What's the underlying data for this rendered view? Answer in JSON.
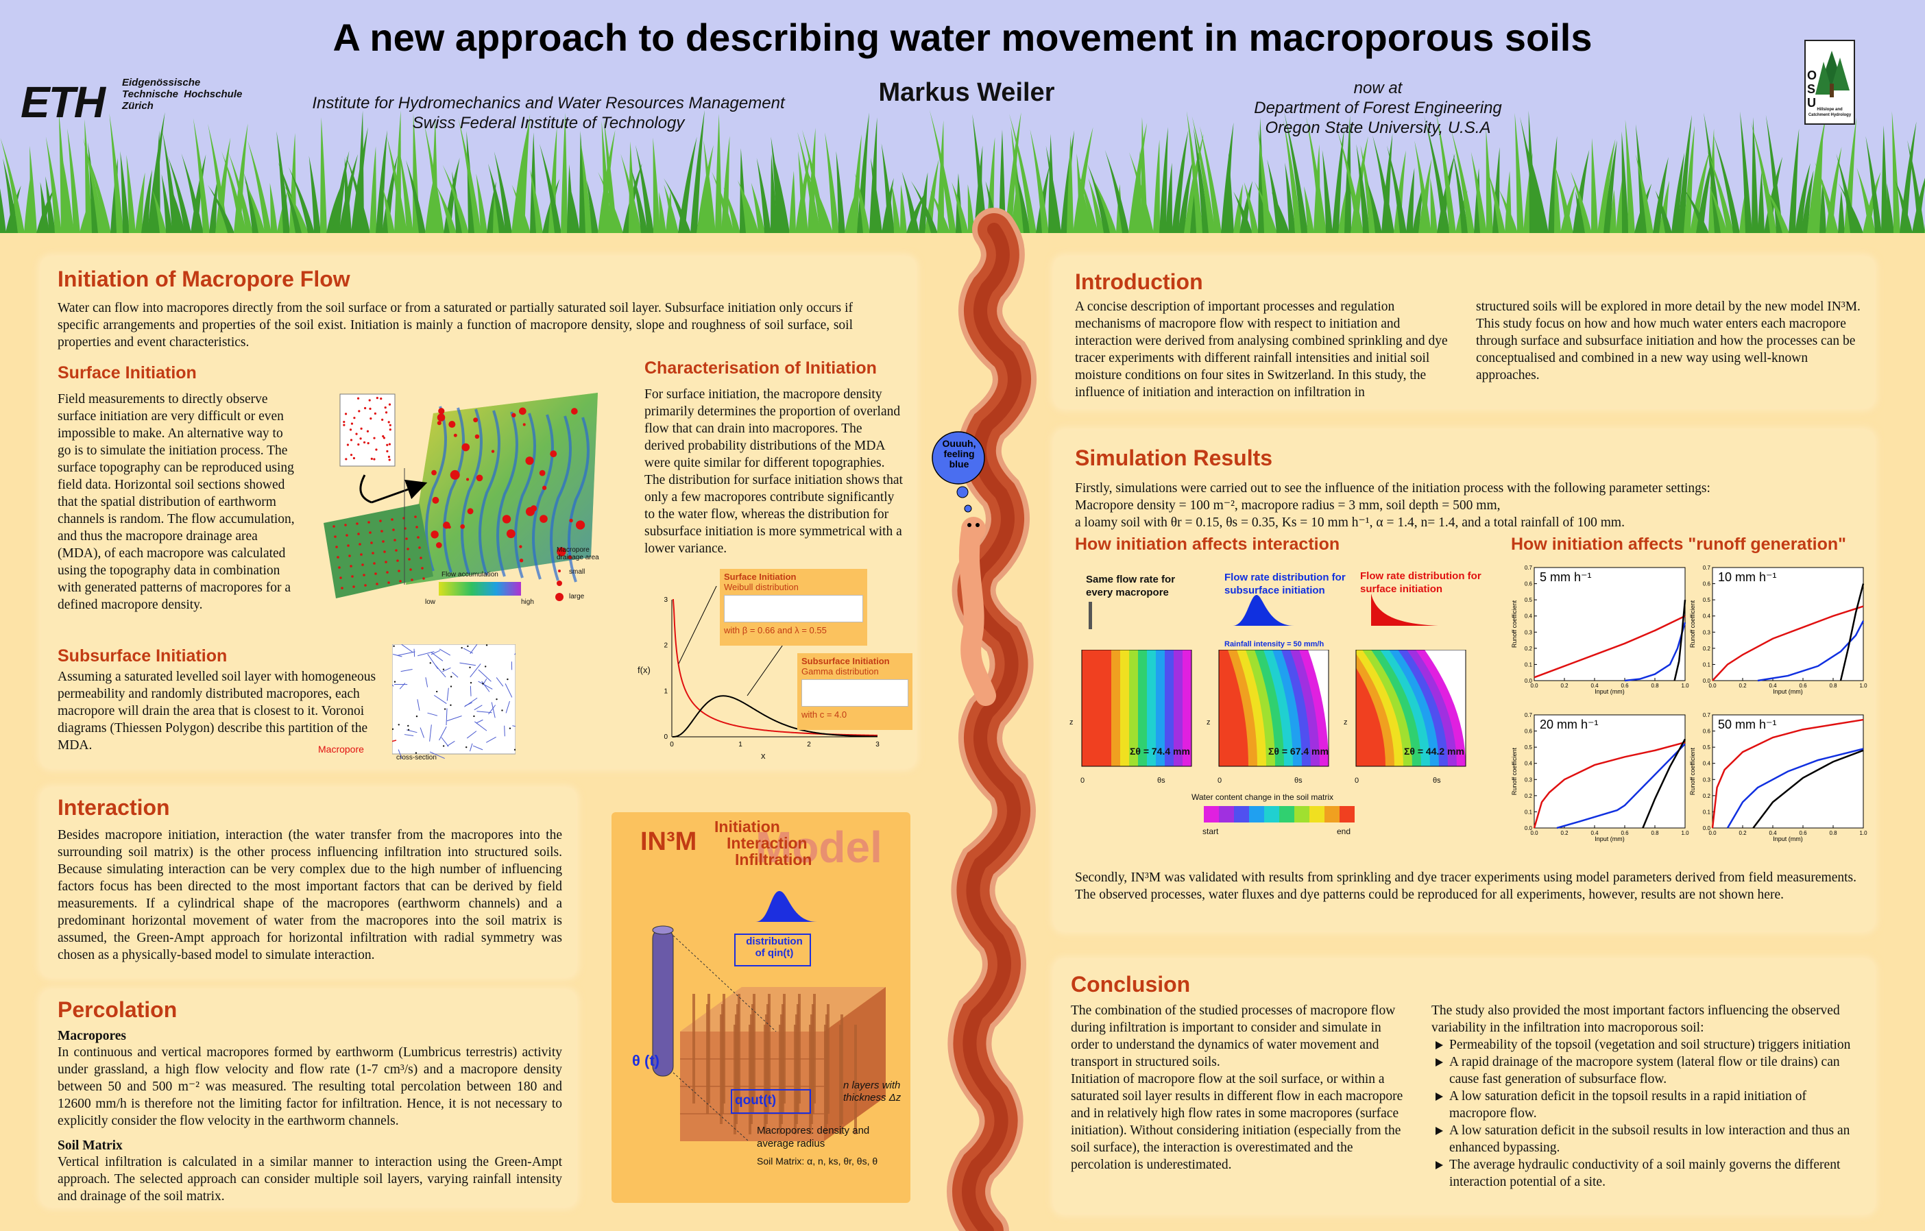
{
  "header": {
    "title": "A new approach to describing water movement in macroporous soils",
    "eth_logo": "ETH",
    "eth_sub": "Eidgenössische\nTechnische  Hochschule\nZürich",
    "institute": "Institute for Hydromechanics and Water Resources Management",
    "institute2": "Swiss Federal Institute of Technology",
    "author": "Markus Weiler",
    "now_at": "now at",
    "dept1": "Department of Forest Engineering",
    "dept2": "Oregon State University, U.S.A",
    "osu_logo": "OSU",
    "osu_sub": "Hillslope and Catchment Hydrology"
  },
  "worm": {
    "bubble": "Ouuuh, feeling blue"
  },
  "initiation": {
    "title": "Initiation of Macropore Flow",
    "intro": "Water can flow into macropores directly from the soil surface or from a saturated or partially saturated soil layer. Subsurface initiation only occurs if specific arrangements and properties of the soil exist. Initiation is mainly a function of macropore density, slope and roughness of soil surface, soil properties and event characteristics.",
    "surface_title": "Surface Initiation",
    "surface_text": "Field measurements to directly observe surface initiation are very difficult or even impossible to make. An alternative way to go is to simulate the initiation process. The surface topography can be reproduced using field data. Horizontal soil sections showed that the spatial distribution of earthworm channels is random. The flow accumulation, and thus the macropore drainage area (MDA), of each macropore was calculated using the topography data in combination with generated patterns of macropores for a defined macropore density.",
    "flow_acc": "Flow accumulation",
    "low": "low",
    "high": "high",
    "mda": "Macropore drainage area",
    "small": "small",
    "large": "large",
    "subsurface_title": "Subsurface Initiation",
    "subsurface_text": "Assuming a saturated levelled soil layer with homogeneous permeability and randomly distributed macropores, each macropore will drain the area that is closest to it. Voronoi diagrams (Thiessen Polygon) describe this partition of the MDA.",
    "macropore_label": "Macropore",
    "cross_section": "cross-section",
    "char_title": "Characterisation of Initiation",
    "char_text": "For surface initiation, the macropore density primarily determines the proportion of overland flow that can drain into macropores. The derived probability distributions of the MDA were quite similar for different topographies. The distribution for surface initiation shows that only a few macropores contribute significantly to the water flow, whereas the distribution for subsurface initiation is more symmetrical with a lower variance.",
    "surf_box_title": "Surface Initiation",
    "surf_box_dist": "Weibull distribution",
    "surf_box_params": "with β = 0.66 and λ = 0.55",
    "sub_box_title": "Subsurface Initiation",
    "sub_box_dist": "Gamma distribution",
    "sub_box_params": "with c = 4.0"
  },
  "fx_chart": {
    "type": "line",
    "xlabel": "x",
    "ylabel": "f(x)",
    "xlim": [
      0,
      3
    ],
    "ylim": [
      0,
      3
    ],
    "xticks": [
      "0",
      "1",
      "2",
      "3"
    ],
    "yticks": [
      "0",
      "1",
      "2",
      "3"
    ],
    "series": [
      {
        "color": "#e01010"
      },
      {
        "color": "#000000"
      }
    ]
  },
  "interaction": {
    "title": "Interaction",
    "text": "Besides macropore initiation, interaction (the water transfer from the macropores into the surrounding soil matrix) is the other process influencing infiltration into structured soils. Because simulating interaction can be very complex due to the high number of influencing factors focus has been directed to the most important factors that can be derived by field measurements. If a cylindrical shape of the macropores (earthworm channels) and a predominant horizontal movement of water from the macropores into the soil matrix is assumed, the Green-Ampt approach for horizontal infiltration with radial symmetry was chosen as a physically-based model to simulate interaction."
  },
  "percolation": {
    "title": "Percolation",
    "macro_title": "Macropores",
    "macro_text": "In continuous and vertical macropores formed by earthworm (Lumbricus terrestris) activity under grassland, a high flow velocity and flow rate (1-7 cm³/s) and a macropore density between 50 and 500 m⁻² was measured. The resulting total percolation between 180 and 12600 mm/h is therefore not the limiting factor for infiltration. Hence, it is not necessary to explicitly consider the flow velocity in the earthworm channels.",
    "matrix_title": "Soil Matrix",
    "matrix_text": "Vertical infiltration is calculated in a similar manner to interaction using the Green-Ampt approach. The selected approach can consider multiple soil layers, varying rainfall intensity and drainage of the soil matrix."
  },
  "model": {
    "name": "IN³M",
    "bg_word": "Model",
    "w1": "Initiation",
    "w2": "Interaction",
    "w3": "Infiltration",
    "dist_in": "distribution of qin(t)",
    "theta": "θ (t)",
    "qout": "qout(t)",
    "layers": "n layers with thickness Δz",
    "macro": "Macropores: density and average radius",
    "matrix": "Soil Matrix: α, n, ks, θr, θs, θ"
  },
  "introduction": {
    "title": "Introduction",
    "col1": "A concise description of important processes and regulation mechanisms of macropore flow with respect to initiation and interaction were derived from analysing combined sprinkling and dye tracer experiments with different rainfall intensities and initial soil moisture conditions on four sites in Switzerland. In this study, the influence of initiation and interaction on infiltration in",
    "col2": "structured soils will be explored in more detail by the new model IN³M. This study focus on how and how much water enters each macropore through surface and subsurface initiation and how the processes can be conceptualised and combined in a new way using well-known approaches."
  },
  "results": {
    "title": "Simulation Results",
    "p1": "Firstly, simulations were carried out to see the influence of the initiation process with the following parameter settings:",
    "p2": "Macropore density = 100 m⁻², macropore radius = 3 mm, soil depth = 500 mm,",
    "p3": "a loamy soil with θr = 0.15, θs = 0.35, Ks = 10 mm h⁻¹, α = 1.4, n= 1.4, and a total rainfall of 100 mm.",
    "sub1": "How initiation affects interaction",
    "sub2": "How initiation affects \"runoff generation\"",
    "case1": "Same flow rate for every macropore",
    "case2": "Flow rate distribution for subsurface initiation",
    "case3": "Flow rate distribution for surface initiation",
    "rain": "Rainfall intensity = 50 mm/h",
    "sum1": "Σθ = 74.4 mm",
    "sum2": "Σθ = 67.4 mm",
    "sum3": "Σθ = 44.2 mm",
    "z": "z",
    "zero": "0",
    "thetas": "θs",
    "wc_label": "Water content change in the soil matrix",
    "start": "start",
    "end": "end",
    "p4": "Secondly, IN³M was validated with results from sprinkling and dye tracer experiments using model parameters derived from field measurements. The observed processes, water fluxes and dye patterns could be reproduced for all experiments, however, results are not shown here."
  },
  "runoff_charts": {
    "type": "line",
    "xlabel": "Input (mm)",
    "ylabel": "Runoff coefficient",
    "xlim": [
      0,
      1
    ],
    "ylim": [
      0,
      0.7
    ],
    "xticks": [
      "0.0",
      "0.2",
      "0.4",
      "0.6",
      "0.8",
      "1.0"
    ],
    "yticks": [
      "0.0",
      "0.1",
      "0.2",
      "0.3",
      "0.4",
      "0.5",
      "0.6",
      "0.7"
    ],
    "panels": [
      "5 mm h⁻¹",
      "10 mm h⁻¹",
      "20 mm h⁻¹",
      "50 mm h⁻¹"
    ],
    "colors": {
      "surface": "#e01010",
      "subsurface": "#1030e0",
      "uniform": "#000000"
    }
  },
  "chart_data": [
    {
      "type": "line",
      "panel": "5 mm h-1",
      "series": [
        {
          "color": "#e01010",
          "x": [
            0,
            0.2,
            0.4,
            0.6,
            0.8,
            1.0
          ],
          "y": [
            0.02,
            0.09,
            0.16,
            0.23,
            0.31,
            0.4
          ]
        },
        {
          "color": "#1030e0",
          "x": [
            0.6,
            0.7,
            0.8,
            0.9,
            0.95,
            1.0
          ],
          "y": [
            0.0,
            0.01,
            0.04,
            0.1,
            0.2,
            0.36
          ]
        },
        {
          "color": "#000000",
          "x": [
            0.93,
            0.96,
            0.98,
            1.0
          ],
          "y": [
            0.0,
            0.12,
            0.3,
            0.5
          ]
        }
      ]
    },
    {
      "type": "line",
      "panel": "10 mm h-1",
      "series": [
        {
          "color": "#e01010",
          "x": [
            0,
            0.1,
            0.2,
            0.4,
            0.6,
            0.8,
            1.0
          ],
          "y": [
            0.0,
            0.1,
            0.16,
            0.26,
            0.33,
            0.4,
            0.46
          ]
        },
        {
          "color": "#1030e0",
          "x": [
            0.3,
            0.5,
            0.7,
            0.85,
            0.95,
            1.0
          ],
          "y": [
            0.0,
            0.03,
            0.09,
            0.18,
            0.28,
            0.37
          ]
        },
        {
          "color": "#000000",
          "x": [
            0.85,
            0.9,
            0.95,
            1.0
          ],
          "y": [
            0.0,
            0.2,
            0.42,
            0.6
          ]
        }
      ]
    },
    {
      "type": "line",
      "panel": "20 mm h-1",
      "series": [
        {
          "color": "#e01010",
          "x": [
            0,
            0.05,
            0.1,
            0.2,
            0.4,
            0.6,
            0.8,
            1.0
          ],
          "y": [
            0.0,
            0.16,
            0.22,
            0.3,
            0.39,
            0.44,
            0.48,
            0.53
          ]
        },
        {
          "color": "#1030e0",
          "x": [
            0.15,
            0.3,
            0.55,
            0.6,
            0.8,
            1.0
          ],
          "y": [
            0.0,
            0.04,
            0.11,
            0.14,
            0.33,
            0.52
          ]
        },
        {
          "color": "#000000",
          "x": [
            0.72,
            0.8,
            0.9,
            1.0
          ],
          "y": [
            0.0,
            0.18,
            0.38,
            0.55
          ]
        }
      ]
    },
    {
      "type": "line",
      "panel": "50 mm h-1",
      "series": [
        {
          "color": "#e01010",
          "x": [
            0,
            0.03,
            0.08,
            0.2,
            0.4,
            0.6,
            0.8,
            1.0
          ],
          "y": [
            0.0,
            0.25,
            0.36,
            0.47,
            0.56,
            0.61,
            0.64,
            0.67
          ]
        },
        {
          "color": "#1030e0",
          "x": [
            0.1,
            0.2,
            0.3,
            0.5,
            0.7,
            1.0
          ],
          "y": [
            0.0,
            0.16,
            0.25,
            0.35,
            0.42,
            0.49
          ]
        },
        {
          "color": "#000000",
          "x": [
            0.27,
            0.4,
            0.6,
            0.8,
            1.0
          ],
          "y": [
            0.0,
            0.16,
            0.31,
            0.41,
            0.48
          ]
        }
      ]
    }
  ],
  "conclusion": {
    "title": "Conclusion",
    "col1": "The combination of the studied processes of macropore flow during infiltration is important to consider and simulate in order to understand the dynamics of water movement and transport in structured soils.\nInitiation of macropore flow at the soil surface, or within a saturated soil layer results in different flow in each macropore and in relatively high flow rates in some macropores (surface initiation). Without considering initiation (especially from the soil surface), the interaction is overestimated and the percolation is underestimated.",
    "col2_intro": "The study also provided the most important factors influencing the observed variability in the infiltration into macroporous soil:",
    "b1": "Permeability of the topsoil (vegetation and soil structure) triggers initiation",
    "b2": "A rapid drainage of the macropore system (lateral flow or tile drains) can cause fast generation of subsurface flow.",
    "b3": "A low saturation deficit in the topsoil results in a rapid initiation of macropore flow.",
    "b4": "A low saturation deficit in the subsoil results in low interaction and thus an enhanced bypassing.",
    "b5": "The average hydraulic conductivity of a soil mainly governs the different interaction potential of a site."
  }
}
